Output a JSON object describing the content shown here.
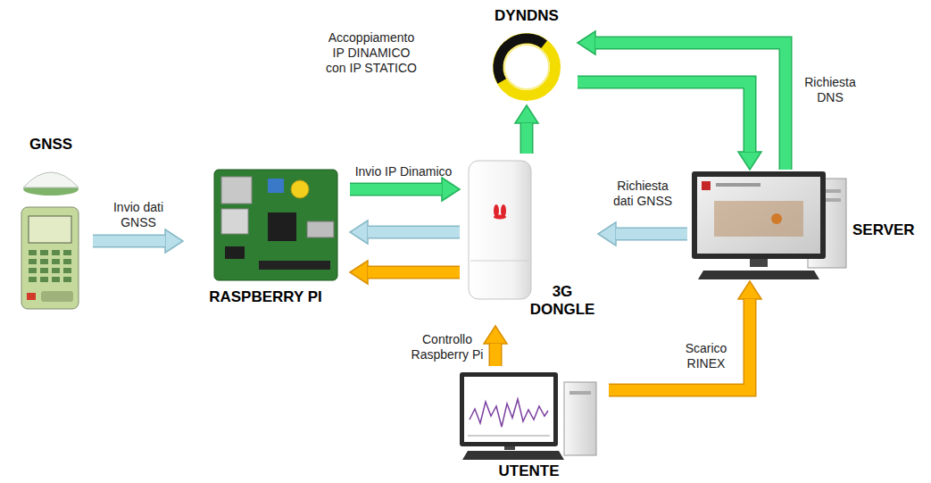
{
  "diagram": {
    "nodes": [
      {
        "text": [
          "GNSS"
        ]
      },
      {
        "text": [
          "RASPBERRY PI"
        ]
      },
      {
        "text": [
          "3G DONGLE"
        ]
      },
      {
        "text": [
          "DYNDNS"
        ]
      },
      {
        "text": [
          "SERVER"
        ]
      },
      {
        "text": [
          "UTENTE"
        ]
      }
    ],
    "edges": [
      {
        "from": 0,
        "to": 1,
        "label": "Invio dati GNSS",
        "arrow": "to"
      },
      {
        "from": 1,
        "to": 2,
        "label": "Invio IP Dinamico",
        "arrow": "to"
      },
      {
        "from": 2,
        "to": 3,
        "arrow": "to"
      },
      {
        "from": 4,
        "to": 3,
        "label": "Richiesta DNS",
        "arrow": "to"
      },
      {
        "from": 3,
        "to": 4,
        "arrow": "to"
      },
      {
        "from": 4,
        "to": 2,
        "label": "Richiesta dati GNSS",
        "arrow": "to"
      },
      {
        "from": 2,
        "to": 1,
        "arrow": "to"
      },
      {
        "from": 2,
        "to": 1,
        "arrow": "to"
      },
      {
        "from": 5,
        "to": 2,
        "label": "Controllo Raspberry Pi",
        "arrow": "to"
      },
      {
        "from": 5,
        "to": 4,
        "label": "Scarico RINEX",
        "arrow": "to"
      }
    ],
    "labels": [
      "Accoppiamento IP DINAMICO con IP STATICO"
    ]
  }
}
